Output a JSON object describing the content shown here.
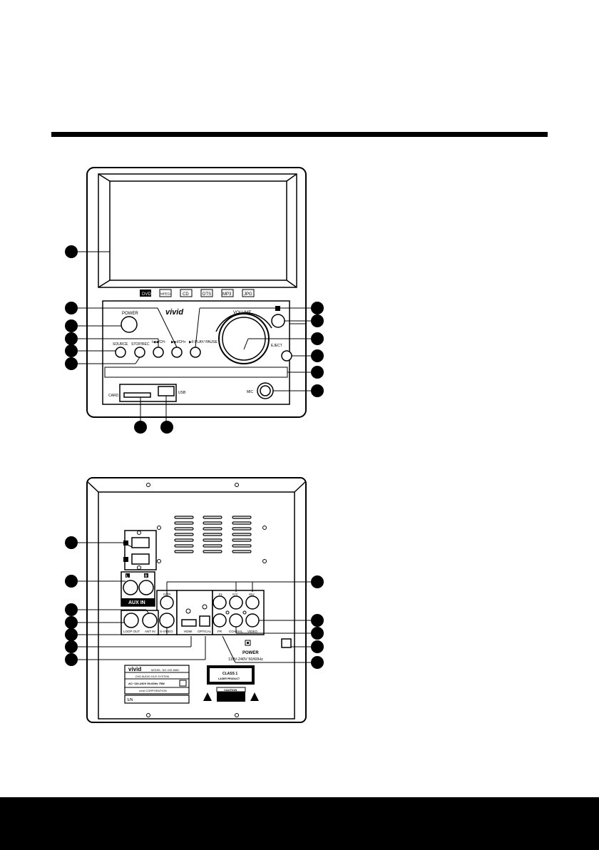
{
  "front_panel": {
    "brand": "vivid",
    "labels": {
      "power": "POWER",
      "volume": "VOLUME",
      "source": "SOURCE",
      "stop_rec": "STOP/REC",
      "prev": "I◀◀/CH-",
      "next": "▶▶I/CH+",
      "play_pause": "▶II PLAY/ PAUSE",
      "eject": "EJECT",
      "mic": "MIC",
      "card": "CARD",
      "usb": "USB"
    },
    "format_logos": [
      "DVD",
      "MPEG4",
      "CD",
      "DTS",
      "MP3",
      "JPG"
    ]
  },
  "rear_panel": {
    "labels": {
      "aux_in": "AUX IN",
      "aux_l": "L",
      "aux_r": "R",
      "cr_pr": "Cr/Pr",
      "fl": "FL",
      "c_y": "C/Y",
      "sl_u": "S/U",
      "loop_out": "LOOP OUT",
      "ant_in": "ANT IN",
      "s_video": "S-VIDEO",
      "hdmi": "HDMI",
      "optical": "OPTICAL",
      "fr": "FR",
      "coaxial": "COAXIAL",
      "video": "VIDEO",
      "power": "POWER",
      "power_rating": "110V-240V 50/60Hz"
    },
    "rating_plate": {
      "brand": "vivid",
      "model": "MODEL: NO.:MD-868C",
      "system": "DVD AUDIO HI-FI SYSTEM",
      "power": "AC~110-240V 50-60Hz 75W",
      "corporation": "vivid CORPORATION",
      "serial": "S/N"
    },
    "laser_label": {
      "line1": "CLASS 1",
      "line2": "LASER PRODUCT"
    },
    "caution_label": "CAUTION"
  }
}
